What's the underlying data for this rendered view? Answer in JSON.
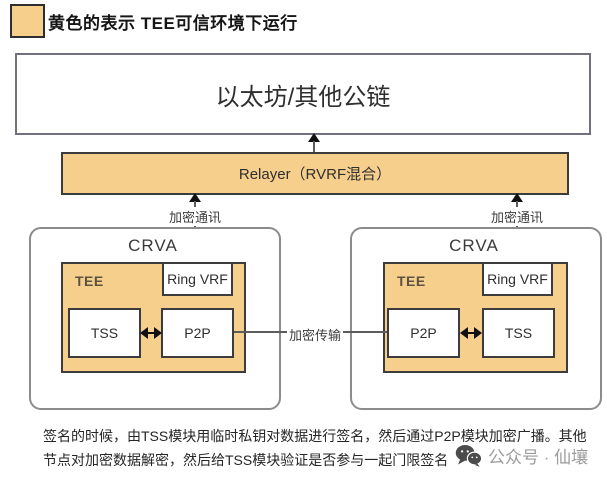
{
  "colors": {
    "tee_yellow": "#F7CF8D",
    "dark_border": "#3c3c3c",
    "chain_border": "#71717d",
    "crva_border": "#8c8c8c",
    "line_gray": "#5c5c5c",
    "tee_label_color": "#5c5240",
    "watermark_gray": "#9b9b9b"
  },
  "legend": {
    "label": "黄色的表示 TEE可信环境下运行"
  },
  "chain_box": {
    "label": "以太坊/其他公链"
  },
  "relayer_box": {
    "label": "Relayer（RVRF混合）"
  },
  "edges": {
    "left_up_label": "加密通讯",
    "right_up_label": "加密通讯",
    "middle_label": "加密传输"
  },
  "crva_left": {
    "title": "CRVA",
    "tee_label": "TEE",
    "ring_vrf_label": "Ring VRF",
    "inner_left_label": "TSS",
    "inner_right_label": "P2P"
  },
  "crva_right": {
    "title": "CRVA",
    "tee_label": "TEE",
    "ring_vrf_label": "Ring VRF",
    "inner_left_label": "P2P",
    "inner_right_label": "TSS"
  },
  "footnote": {
    "line1": "签名的时候，由TSS模块用临时私钥对数据进行签名，然后通过P2P模块加密广播。其他",
    "line2": "节点对加密数据解密，然后给TSS模块验证是否参与一起门限签名"
  },
  "watermark": {
    "label": "公众号 · 仙壤"
  }
}
